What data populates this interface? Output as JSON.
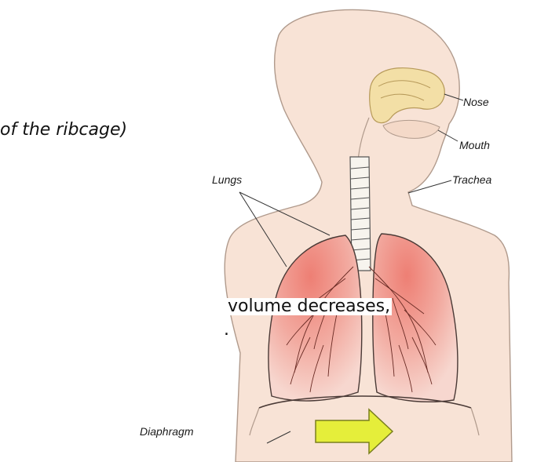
{
  "text": {
    "line1": "of the ribcage)",
    "line2": "volume decreases,",
    "line3": "."
  },
  "labels": {
    "nose": "Nose",
    "mouth": "Mouth",
    "lungs": "Lungs",
    "trachea": "Trachea",
    "diaphragm": "Diaphragm"
  },
  "colors": {
    "skin": "#f8e3d6",
    "skin_outline": "#b09a8c",
    "nasal": "#f3dfa6",
    "lung_fill": "#f2b4aa",
    "lung_highlight": "#ee7f74",
    "arrow_fill": "#e5ee3a",
    "arrow_stroke": "#7a7f1e"
  }
}
